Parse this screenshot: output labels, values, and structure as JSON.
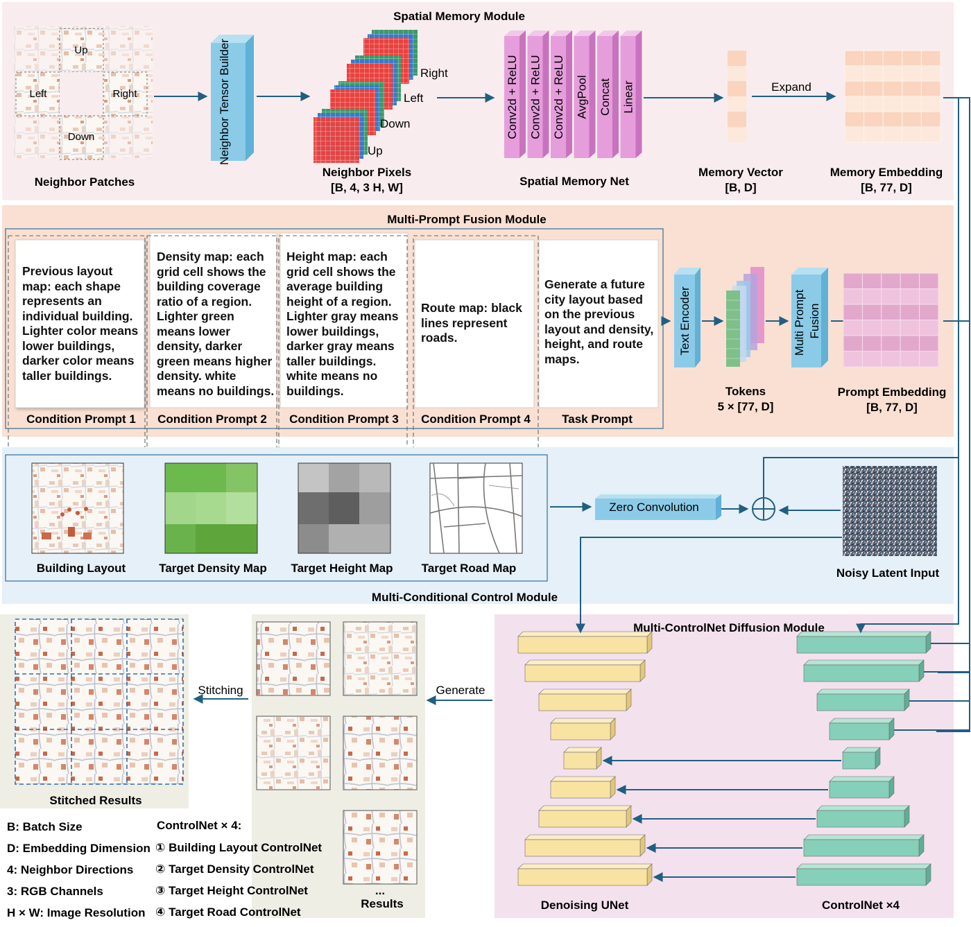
{
  "spatial_memory": {
    "title": "Spatial Memory Module",
    "patch_labels": {
      "up": "Up",
      "left": "Left",
      "right": "Right",
      "down": "Down"
    },
    "neighbor_patches": "Neighbor Patches",
    "tensor_builder": "Neighbor Tensor Builder",
    "pixels_labels": {
      "right": "Right",
      "left": "Left",
      "down": "Down",
      "up": "Up"
    },
    "neighbor_pixels": "Neighbor Pixels",
    "neighbor_pixels_shape": "[B, 4, 3 H, W]",
    "net_layers": [
      "Conv2d + ReLU",
      "Conv2d + ReLU",
      "Conv2d + ReLU",
      "AvgPool",
      "Concat",
      "Linear"
    ],
    "net_label": "Spatial Memory Net",
    "memory_vector": "Memory Vector",
    "memory_vector_shape": "[B, D]",
    "expand": "Expand",
    "memory_embedding": "Memory Embedding",
    "memory_embedding_shape": "[B, 77, D]"
  },
  "prompt_fusion": {
    "title": "Multi-Prompt Fusion Module",
    "prompts": [
      {
        "text": "Previous layout map: each shape represents an individual building. Lighter color means lower buildings, darker color means taller buildings.",
        "label": "Condition Prompt 1"
      },
      {
        "text": "Density map: each grid cell shows the building coverage ratio of a region. Lighter green means lower density, darker green means higher density. white means no buildings.",
        "label": "Condition Prompt 2"
      },
      {
        "text": "Height map: each grid cell shows the average building height of a region. Lighter gray means lower buildings, darker gray means taller buildings. white means no buildings.",
        "label": "Condition Prompt 3"
      },
      {
        "text": "Route map: black lines represent roads.",
        "label": "Condition Prompt 4"
      },
      {
        "text": "Generate a future city layout based on the previous layout and density, height, and route maps.",
        "label": "Task Prompt"
      }
    ],
    "text_encoder": "Text Encoder",
    "tokens": "Tokens",
    "tokens_shape": "5 × [77, D]",
    "fusion": "Multi Prompt Fusion",
    "prompt_embedding": "Prompt Embedding",
    "prompt_embedding_shape": "[B, 77, D]"
  },
  "control": {
    "title": "Multi-Conditional Control Module",
    "maps": [
      "Building Layout",
      "Target Density Map",
      "Target Height Map",
      "Target Road Map"
    ],
    "zero_conv": "Zero Convolution",
    "noisy": "Noisy Latent Input"
  },
  "diffusion": {
    "title": "Multi-ControlNet Diffusion Module",
    "unet": "Denoising UNet",
    "controlnet": "ControlNet ×4"
  },
  "results": {
    "stitched": "Stitched Results",
    "stitching": "Stitching",
    "generate": "Generate",
    "ellipsis": "...",
    "results": "Results"
  },
  "legend": {
    "items": [
      "B: Batch Size",
      "D: Embedding Dimension",
      "4: Neighbor Directions",
      "3: RGB Channels",
      "H × W: Image Resolution"
    ],
    "controlnet_title": "ControlNet × 4:",
    "controlnets": [
      "① Building Layout ControlNet",
      "② Target Density ControlNet",
      "③ Target Height ControlNet",
      "④ Target Road ControlNet"
    ]
  },
  "colors": {
    "spatial_bg": "#f9ecee",
    "fusion_bg": "#f9e0d2",
    "control_bg": "#e6f0f8",
    "diffusion_bg": "#f4e1ee",
    "results_bg": "#eeeee5",
    "arrow": "#1f5f82",
    "tensor": "#8bcbe8",
    "net": "#e59edb",
    "unet": "#f8e3a3",
    "controlnet": "#86cfb8"
  }
}
